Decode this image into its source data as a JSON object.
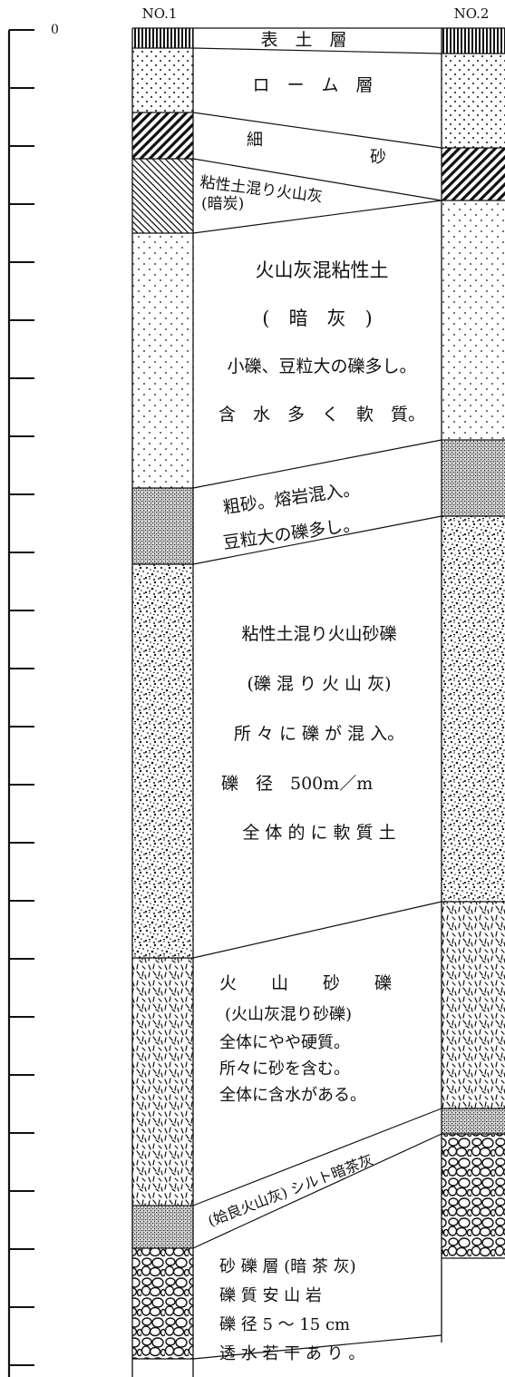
{
  "scale": {
    "zero_label": "0",
    "tick_count": 24
  },
  "boreholes": [
    {
      "id": "no1",
      "label": "NO.1"
    },
    {
      "id": "no2",
      "label": "NO.2"
    }
  ],
  "layers": [
    {
      "key": "topsoil",
      "pattern": "vertical-lines",
      "lines": [
        "表　土　層"
      ]
    },
    {
      "key": "loam",
      "pattern": "dots-dense",
      "lines": [
        "ロ　ー　ム　層"
      ]
    },
    {
      "key": "fine_sand",
      "pattern": "diagonal-lines-bold",
      "lines": [
        "細",
        "砂"
      ]
    },
    {
      "key": "clayey_ash",
      "pattern": "diagonal-lines-thin",
      "lines": [
        "粘性土混り火山灰",
        "(暗炭)"
      ]
    },
    {
      "key": "ash_clay",
      "pattern": "dots-sparse",
      "lines": [
        "火山灰混粘性土",
        "(　暗　灰　)",
        "小礫、豆粒大の礫多し。",
        "含　水　多　く　軟　質。"
      ]
    },
    {
      "key": "coarse_sand",
      "pattern": "crosshatch-fine",
      "lines": [
        "粗砂。熔岩混入。",
        "豆粒大の礫多し。"
      ]
    },
    {
      "key": "volcanic_gravel_clay",
      "pattern": "speckle",
      "lines": [
        "粘性土混り火山砂礫",
        "(礫 混 り 火 山 灰)",
        "所 々 に 礫 が 混 入。",
        "礫　径　500m／m",
        "全 体 的 に 軟 質 土"
      ]
    },
    {
      "key": "volcanic_sand_gravel",
      "pattern": "dashes",
      "lines": [
        "火　　山　　砂　　礫",
        "(火山灰混り砂礫)",
        "全体にやや硬質。",
        "所々に砂を含む。",
        "全体に含水がある。"
      ]
    },
    {
      "key": "aira_ash",
      "pattern": "crosshatch-fine",
      "lines": [
        "(姶良火山灰) シルト暗茶灰"
      ]
    },
    {
      "key": "gravel",
      "pattern": "cobbles",
      "lines": [
        "砂 礫 層 (暗 茶 灰)",
        "礫 質 安 山 岩",
        "礫 径 5 〜 15 cm",
        "透 水 若 干 あ り 。"
      ]
    }
  ]
}
